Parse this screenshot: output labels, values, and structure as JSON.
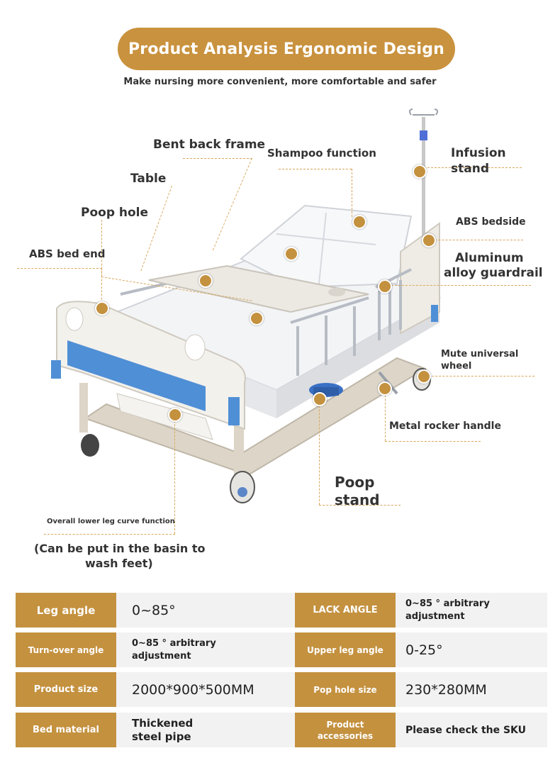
{
  "header": {
    "title": "Product Analysis Ergonomic Design",
    "subtitle": "Make nursing more convenient, more comfortable and safer"
  },
  "callouts": {
    "bent_back_frame": "Bent back frame",
    "shampoo_function": "Shampoo function",
    "infusion_stand_line1": "Infusion",
    "infusion_stand_line2": "stand",
    "table": "Table",
    "poop_hole": "Poop hole",
    "abs_bedside": "ABS bedside",
    "abs_bed_end": "ABS bed end",
    "aluminum_line1": "Aluminum",
    "aluminum_line2": "alloy guardrail",
    "mute_wheel_line1": "Mute universal",
    "mute_wheel_line2": "wheel",
    "metal_rocker_handle": "Metal rocker handle",
    "poop_stand_line1": "Poop",
    "poop_stand_line2": "stand",
    "lower_leg_curve": "Overall lower leg curve function",
    "basin_line1": "(Can be put in the basin to",
    "basin_line2": "wash feet)"
  },
  "specs": {
    "leg_angle_key": "Leg angle",
    "leg_angle_val": "0~85°",
    "lack_angle_key": "LACK ANGLE",
    "lack_angle_val1": "0~85 ° arbitrary",
    "lack_angle_val2": "adjustment",
    "turnover_key": "Turn-over angle",
    "turnover_val1": "0~85 ° arbitrary",
    "turnover_val2": "adjustment",
    "upper_leg_key": "Upper leg angle",
    "upper_leg_val": "0-25°",
    "size_key": "Product size",
    "size_val": "2000*900*500MM",
    "pop_hole_key": "Pop hole size",
    "pop_hole_val": "230*280MM",
    "material_key": "Bed material",
    "material_val1": "Thickened",
    "material_val2": "steel pipe",
    "accessories_key1": "Product",
    "accessories_key2": "accessories",
    "accessories_val": "Please check the SKU"
  },
  "colors": {
    "accent_gold": "#c4913f",
    "panel_blue": "#4f8fd6",
    "frame_white": "#f4f2ee",
    "table_bg": "#f2f2f2"
  }
}
